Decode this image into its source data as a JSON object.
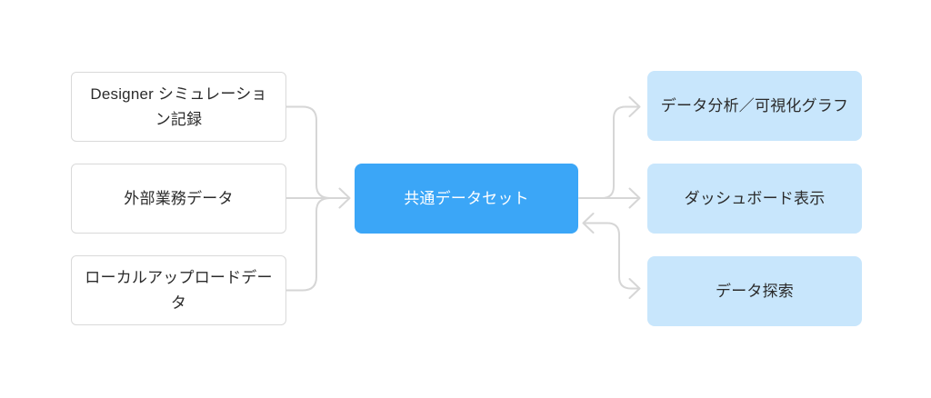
{
  "diagram": {
    "sources": [
      {
        "label": "Designer シミュレーション記録"
      },
      {
        "label": "外部業務データ"
      },
      {
        "label": "ローカルアップロードデータ"
      }
    ],
    "hub": {
      "label": "共通データセット"
    },
    "outputs": [
      {
        "label": "データ分析／可視化グラフ"
      },
      {
        "label": "ダッシュボード表示"
      },
      {
        "label": "データ探索"
      }
    ],
    "colors": {
      "hub_fill": "#3BA6F7",
      "hub_text": "#FFFFFF",
      "output_fill": "#C8E6FC",
      "source_fill": "#FFFFFF",
      "source_border": "#D9D9D9",
      "connector": "#D6D6D6",
      "label_text": "#2B2B2B"
    }
  }
}
